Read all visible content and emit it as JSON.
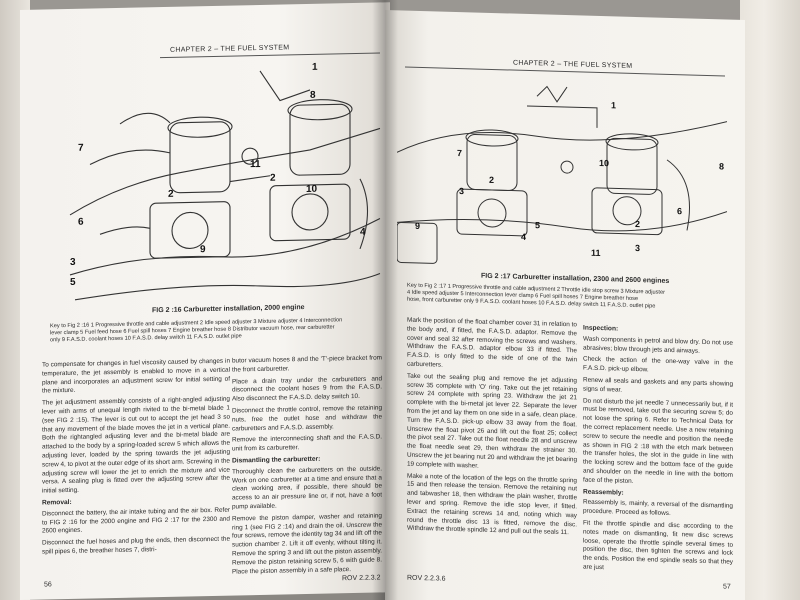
{
  "left_page": {
    "running_head": "CHAPTER 2 – THE FUEL SYSTEM",
    "figure_caption": "FIG 2 :16 Carburetter installation, 2000 engine",
    "callouts": [
      "1",
      "8",
      "7",
      "2",
      "10",
      "11",
      "2",
      "6",
      "3",
      "9",
      "4",
      "5"
    ],
    "key_lines": [
      "Key to Fig 2 :16  1 Progressive throttle and cable adjustment  2 Idle speed adjuster  3 Mixture adjuster  4 Interconnection",
      "lever clamp  5 Fuel feed hose  6 Fuel spill hoses  7 Engine breather hose  8 Distributor vacuum hose, rear carburetter",
      "only  9 F.A.S.D. coolant hoses  10 F.A.S.D. delay switch  11 F.A.S.D. outlet pipe"
    ],
    "col1": [
      "To compensate for changes in fuel viscosity caused by changes in temperature, the jet assembly is enabled to move in a vertical plane and incorporates an adjustment screw for initial setting of the mixture.",
      "The jet adjustment assembly consists of a right-angled adjusting lever with arms of unequal length rivited to the bi-metal blade 1 (see FIG 2 :15). The lever is cut out to accept the jet head 3 so that any movement of the blade moves the jet in a vertical plane. Both the rightangled adjusting lever and the bi-metal blade are attached to the body by a spring-loaded screw 5 which allows the adjusting lever, loaded by the spring towards the jet adjusting screw 4, to pivot at the outer edge of its short arm. Screwing in the adjusting screw will lower the jet to enrich the mixture and vice versa. A sealing plug is fitted over the adjusting screw after the initial setting."
    ],
    "removal_heading": "Removal:",
    "removal_text": [
      "Disconnect the battery, the air intake tubing and the air box. Refer to FIG 2 :16 for the 2000 engine and FIG 2 :17 for the 2300 and 2600 engines.",
      "Disconnect the fuel hoses and plug the ends, then disconnect the spill pipes 6, the breather hoses 7, distri-"
    ],
    "col2": [
      "butor vacuum hoses 8 and the 'T'-piece bracket from the front carburetter.",
      "Place a drain tray under the carburetters and disconnect the coolant hoses 9 from the F.A.S.D. Also disconnect the F.A.S.D. delay switch 10.",
      "Disconnect the throttle control, remove the retaining nuts, free the outlet hose and withdraw the carburetters and F.A.S.D. assembly.",
      "Remove the interconnecting shaft and the F.A.S.D. unit from its carburetter."
    ],
    "dismantle_heading": "Dismantling the carburetter:",
    "dismantle_text": [
      "Thoroughly clean the carburetters on the outside. Work on one carburetter at a time and ensure that a clean working area, if possible, there should be access to an air pressure line or, if not, have a foot pump available.",
      "Remove the piston damper, washer and retaining ring 1 (see FIG 2 :14) and drain the oil. Unscrew the four screws, remove the identity tag 34 and lift off the suction chamber 2. Lift it off evenly, without tilting it. Remove the spring 3 and lift out the piston assembly. Remove the piston retaining screw 5, 6 with guide 8. Place the piston assembly in a safe place."
    ],
    "page_number": "56",
    "footer_ref": "ROV 2.2.3.2"
  },
  "right_page": {
    "running_head": "CHAPTER 2 – THE FUEL SYSTEM",
    "figure_caption": "FIG 2 :17 Carburetter installation, 2300 and 2600 engines",
    "callouts": [
      "1",
      "2",
      "7",
      "10",
      "3",
      "4",
      "5",
      "9",
      "6",
      "8",
      "2",
      "3",
      "11"
    ],
    "key_lines": [
      "Key to Fig 2 :17  1 Progressive throttle and cable adjustment  2 Throttle idle stop screw  3 Mixture adjuster",
      "4 Idle speed adjuster  5 Interconnection lever clamp  6 Fuel spill hoses  7 Engine breather hose",
      "hose, front carburetter only  9 F.A.S.D. coolant hoses  10 F.A.S.D. delay switch  11 F.A.S.D. outlet pipe"
    ],
    "col1": [
      "Mark the position of the float chamber cover 31 in relation to the body and, if fitted, the F.A.S.D. adaptor. Remove the cover and seal 32 after removing the screws and washers. Withdraw the F.A.S.D. adaptor elbow 33 if fitted. The F.A.S.D. is only fitted to the side of one of the twin carburetters.",
      "Take out the sealing plug and remove the jet adjusting screw 35 complete with 'O' ring. Take out the jet retaining screw 24 complete with spring 23. Withdraw the jet 21 complete with the bi-metal jet lever 22. Separate the lever from the jet and lay them on one side in a safe, clean place. Turn the F.A.S.D. pick-up elbow 33 away from the float. Unscrew the float pivot 26 and lift out the float 25; collect the pivot seal 27. Take out the float needle 28 and unscrew the float needle seat 29, then withdraw the strainer 30. Unscrew the jet bearing nut 20 and withdraw the jet bearing 19 complete with washer.",
      "Make a note of the location of the legs on the throttle spring 15 and then release the tension. Remove the retaining nut and tabwasher 18, then withdraw the plain washer, throttle lever and spring. Remove the idle stop lever, if fitted. Extract the retaining screws 14 and, noting which way round the throttle disc 13 is fitted, remove the disc. Withdraw the throttle spindle 12 and pull out the seals 11."
    ],
    "inspection_heading": "Inspection:",
    "inspection_text": [
      "Wash components in petrol and blow dry. Do not use abrasives; blow through jets and airways.",
      "Check the action of the one-way valve in the F.A.S.D. pick-up elbow.",
      "Renew all seals and gaskets and any parts showing signs of wear.",
      "Do not disturb the jet needle 7 unnecessarily but, if it must be removed, take out the securing screw 5; do not loose the spring 6. Refer to Technical Data for the correct replacement needle. Use a new retaining screw to secure the needle and position the needle as shown in FIG 2 :18 with the etch mark between the transfer holes, the slot in the guide in line with the locking screw and the bottom face of the guide and shoulder on the needle in line with the bottom face of the piston."
    ],
    "reassembly_heading": "Reassembly:",
    "reassembly_text": [
      "Reassembly is, mainly, a reversal of the dismantling procedure. Proceed as follows.",
      "Fit the throttle spindle and disc according to the notes made on dismantling, fit new disc screws loose, operate the throttle spindle several times to position the disc, then tighten the screws and lock the ends. Position the end spindle seals so that they are just"
    ],
    "page_number": "57",
    "footer_ref": "ROV 2.2.3.6"
  }
}
